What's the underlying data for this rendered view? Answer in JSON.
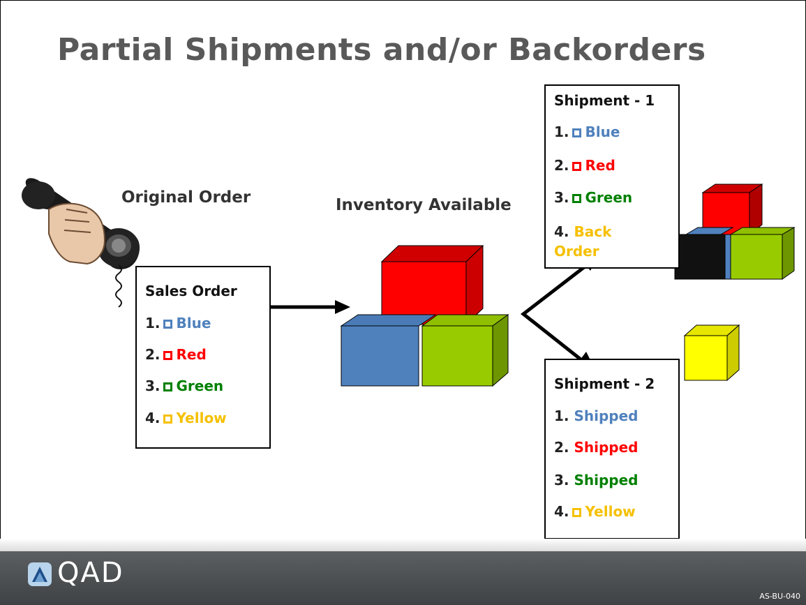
{
  "slide": {
    "title": "Partial Shipments and/or Backorders",
    "original_order_label": "Original Order",
    "inventory_label": "Inventory Available"
  },
  "sales_order": {
    "header": "Sales Order",
    "items": [
      {
        "num": "1.",
        "text": "Blue",
        "color": "#4f81bd"
      },
      {
        "num": "2.",
        "text": "Red",
        "color": "#ff0000"
      },
      {
        "num": "3.",
        "text": "Green",
        "color": "#008000"
      },
      {
        "num": "4.",
        "text": "Yellow",
        "color": "#f5c000"
      }
    ]
  },
  "shipment1": {
    "header": "Shipment - 1",
    "items": [
      {
        "num": "1.",
        "text": "Blue",
        "color": "#4f81bd"
      },
      {
        "num": "2.",
        "text": "Red",
        "color": "#ff0000"
      },
      {
        "num": "3.",
        "text": "Green",
        "color": "#008000"
      },
      {
        "num": "4.",
        "text_line1": "Back",
        "text_line2": "Order",
        "color": "#f5c000"
      }
    ]
  },
  "shipment2": {
    "header": "Shipment - 2",
    "items": [
      {
        "num": "1.",
        "text": "Shipped",
        "color": "#4f81bd"
      },
      {
        "num": "2.",
        "text": "Shipped",
        "color": "#ff0000"
      },
      {
        "num": "3.",
        "text": "Shipped",
        "color": "#008000"
      },
      {
        "num": "4.",
        "text": "Yellow",
        "color": "#f5c000"
      }
    ]
  },
  "footer": {
    "logo": "QAD",
    "code": "AS-BU-040"
  },
  "icons": [
    "telephone-hand-icon",
    "qad-logo-icon"
  ]
}
